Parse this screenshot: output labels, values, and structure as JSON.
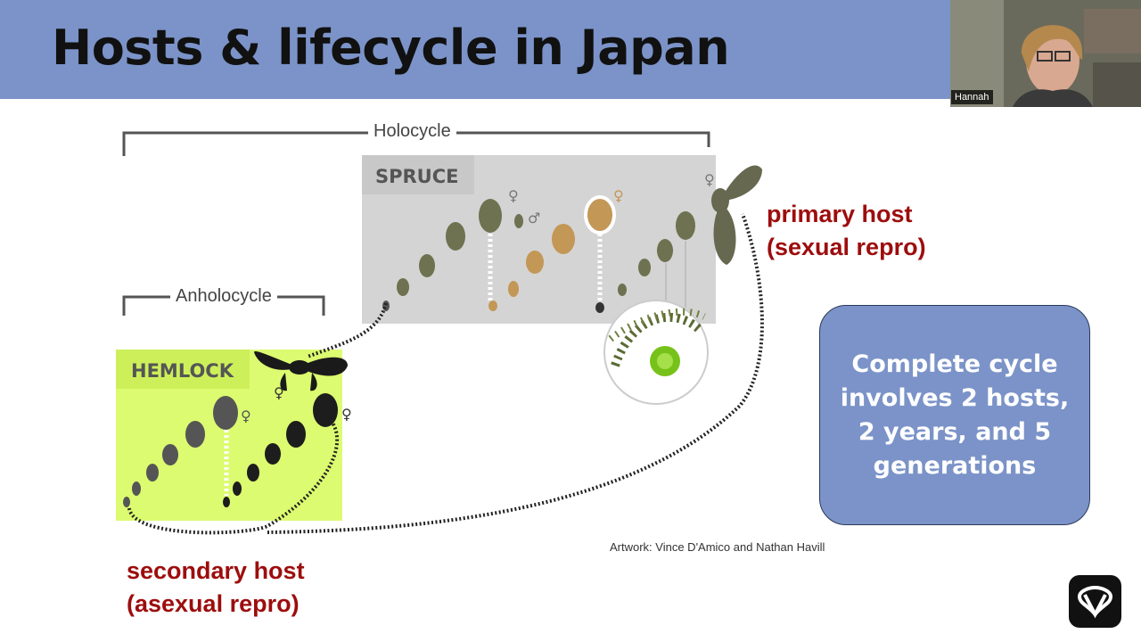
{
  "slide": {
    "title": "Hosts & lifecycle in Japan",
    "holocycle_label": "Holocycle",
    "anholocycle_label": "Anholocycle",
    "spruce_label": "SPRUCE",
    "hemlock_label": "HEMLOCK",
    "primary_host_line1": "primary host",
    "primary_host_line2": "(sexual repro)",
    "secondary_host_line1": "secondary host",
    "secondary_host_line2": "(asexual repro)",
    "callout_text": "Complete cycle involves 2 hosts, 2 years, and 5 generations",
    "credit": "Artwork: Vince D'Amico and Nathan Havill",
    "symbols": {
      "female": "♀",
      "male": "♂"
    }
  },
  "video": {
    "participant_name": "Hannah"
  },
  "colors": {
    "title_bar": "#7b93c8",
    "host_label": "#9d0d0d",
    "spruce_box": "#d4d4d4",
    "hemlock_box": "#dcfb70"
  },
  "icons": [
    "ontario-trillium-logo",
    "adelgid-winged-icon",
    "spruce-gall-icon"
  ]
}
